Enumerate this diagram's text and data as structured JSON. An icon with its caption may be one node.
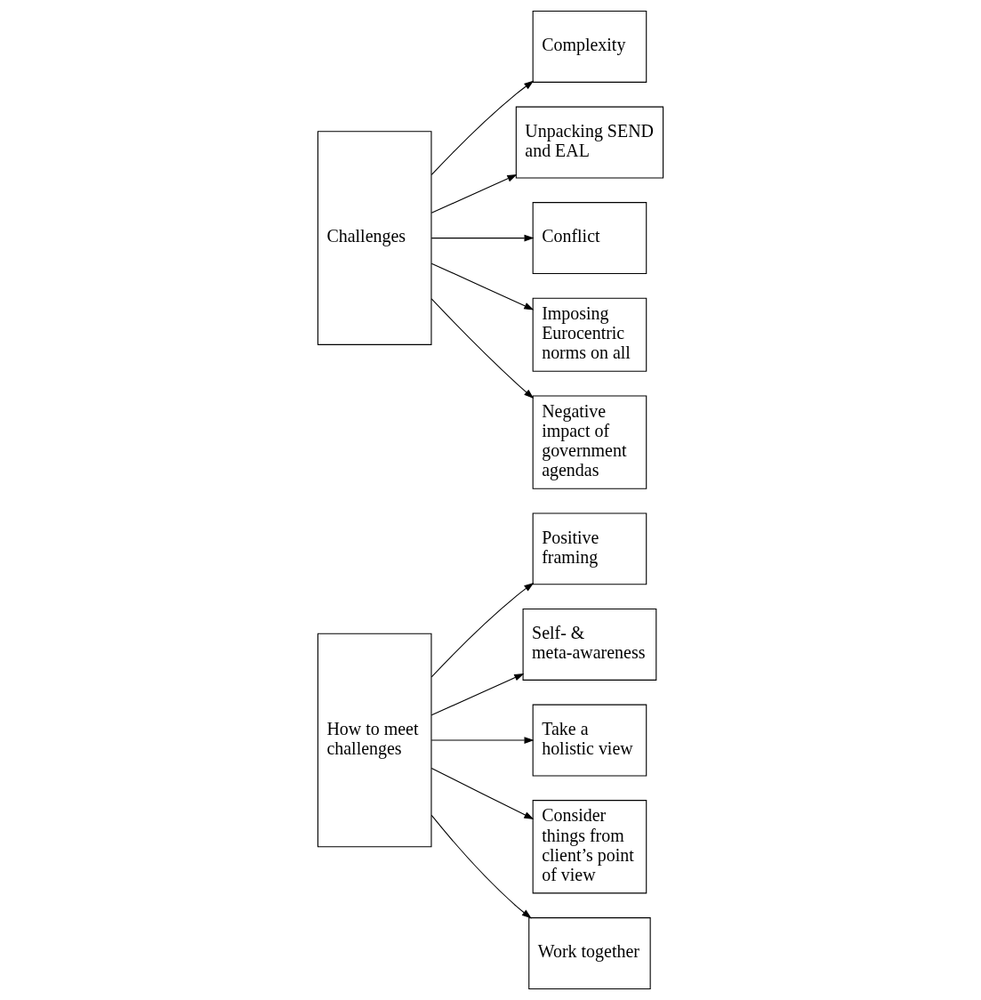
{
  "diagram": {
    "nodes": [
      {
        "text": [
          "Positive framing"
        ]
      },
      {
        "text": [
          "Self- & meta-awareness"
        ]
      },
      {
        "text": [
          "Take a holistic view"
        ]
      },
      {
        "text": [
          "Consider things from client’s point of view"
        ]
      },
      {
        "text": [
          "Work together"
        ]
      },
      {
        "text": [
          "How to meet challenges"
        ]
      },
      {
        "text": [
          "Challenges"
        ]
      },
      {
        "text": [
          "Complexity"
        ]
      },
      {
        "text": [
          "Unpacking SEND and EAL"
        ]
      },
      {
        "text": [
          "Conflict"
        ]
      },
      {
        "text": [
          "Imposing Eurocentric norms on all"
        ]
      },
      {
        "text": [
          "Negative impact of government agendas"
        ]
      }
    ],
    "edges": [
      {
        "from": 5,
        "to": 0,
        "arrow": "to"
      },
      {
        "from": 5,
        "to": 1,
        "arrow": "to"
      },
      {
        "from": 5,
        "to": 2,
        "arrow": "to"
      },
      {
        "from": 5,
        "to": 3,
        "arrow": "to"
      },
      {
        "from": 5,
        "to": 4,
        "arrow": "to"
      },
      {
        "from": 6,
        "to": 7,
        "arrow": "to"
      },
      {
        "from": 6,
        "to": 8,
        "arrow": "to"
      },
      {
        "from": 6,
        "to": 9,
        "arrow": "to"
      },
      {
        "from": 6,
        "to": 10,
        "arrow": "to"
      },
      {
        "from": 6,
        "to": 11,
        "arrow": "to"
      }
    ]
  }
}
